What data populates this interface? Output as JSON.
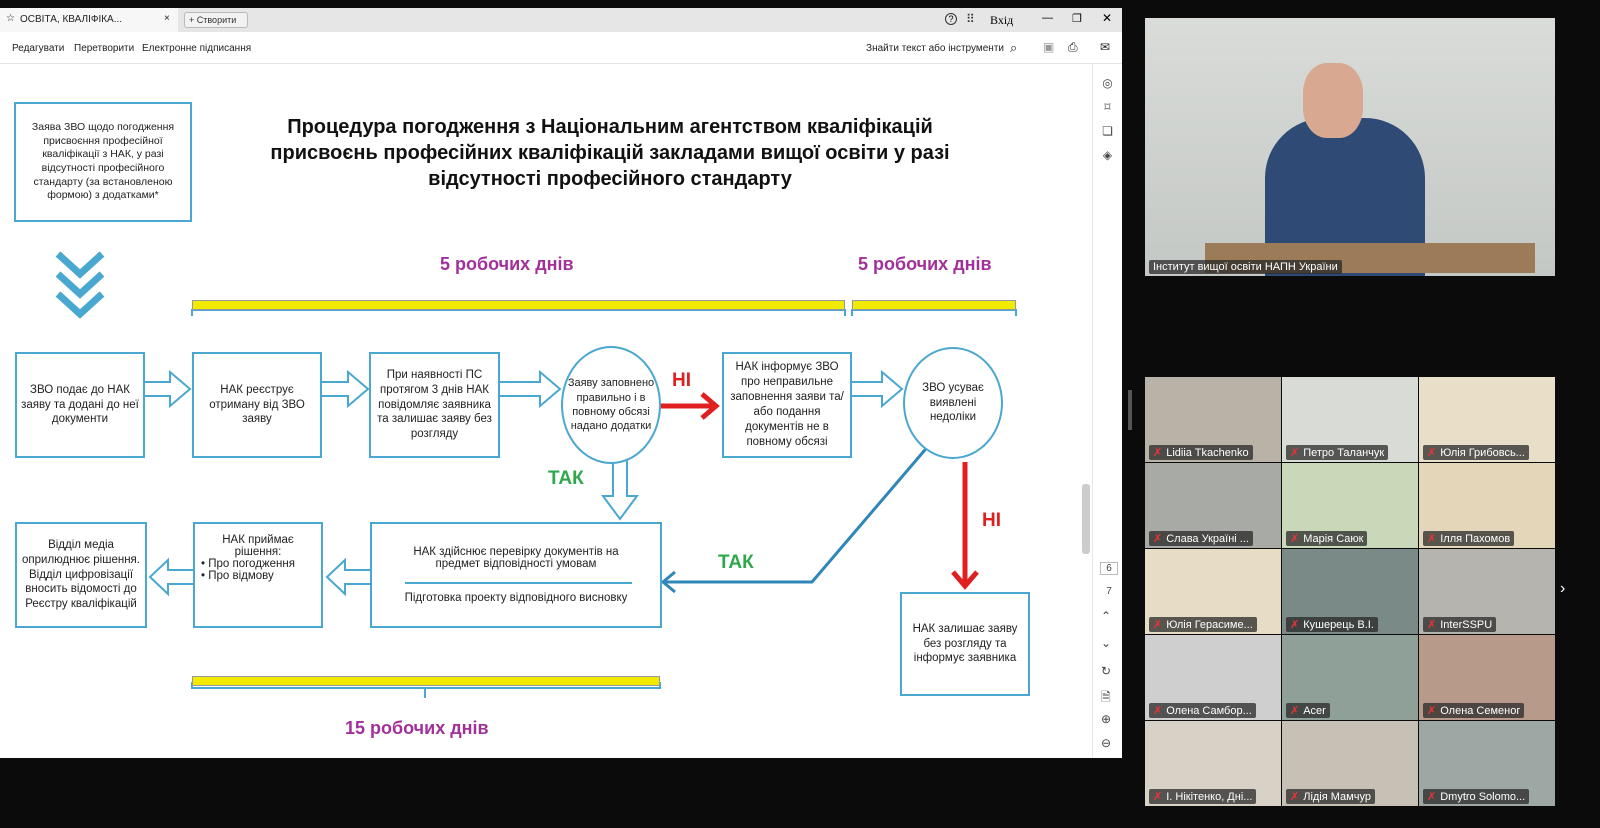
{
  "tabs": {
    "active": "ОСВІТА, КВАЛІФІКА...",
    "close": "×",
    "new": "+ Створити"
  },
  "window": {
    "help": "?",
    "login": "Вхід",
    "minimize": "—",
    "restore": "❐",
    "close": "✕"
  },
  "toolbar": {
    "edit": "Редагувати",
    "convert": "Перетворити",
    "esign": "Електронне підписання",
    "search": "Знайти текст або інструменти"
  },
  "diagram": {
    "title": [
      "Процедура погодження з Національним агентством кваліфікацій",
      "присвоєнь професійних кваліфікацій закладами вищої освіти у разі",
      "відсутності професійного стандарту"
    ],
    "application": "Заява ЗВО щодо погодження присвоєння професійної кваліфікації з НАК, у разі відсутності професійного стандарту (за встановленою формою) з додатками*",
    "days_5a": "5 робочих днів",
    "days_5b": "5 робочих днів",
    "days_15": "15 робочих днів",
    "step1": "ЗВО подає до НАК заяву та додані до неї документи",
    "step2": "НАК реєструє отриману від ЗВО заяву",
    "step3": "При наявності ПС протягом 3 днів НАК повідомляє заявника та залишає заяву без розгляду",
    "check": "Заяву заповнено правильно і в повному обсязі надано додатки",
    "inform": "НАК інформує ЗВО про неправильне заповнення заяви та/або подання документів не в повному обсязі",
    "fix": "ЗВО усуває виявлені недоліки",
    "reject": "НАК залишає заяву без розгляду та інформує заявника",
    "verify": "НАК здійснює перевірку документів на предмет відповідності умовам",
    "prepare": "Підготовка проекту відповідного висновку",
    "decision_title": "НАК приймає рішення:",
    "decision_items": [
      "Про погодження",
      "Про відмову"
    ],
    "publish": "Відділ медіа оприлюднює рішення. Відділ цифровізації вносить відомості до Реєстру кваліфікацій",
    "yes": "ТАК",
    "no": "НІ"
  },
  "page_nav": {
    "p6": "6",
    "p7": "7"
  },
  "speaker": {
    "label": "Інститут вищої освіти НАПН України"
  },
  "participants": [
    "Lidiia Tkachenko",
    "Петро Таланчук",
    "Юлія Грибовсь...",
    "Слава Україні ...",
    "Марія Саюк",
    "Ілля Пахомов",
    "Юлія Герасиме...",
    "Кушерець В.І.",
    "InterSSPU",
    "Олена Самбор...",
    "Acer",
    "Олена Семеног",
    "І. Нікітенко, Дні...",
    "Лідія Мамчур",
    "Dmytro Solomo..."
  ],
  "colors": {
    "accent": "#4aa8d0",
    "purple": "#a1309a",
    "red": "#e02020",
    "green": "#2fa84a",
    "yellow": "#f2ea00"
  }
}
